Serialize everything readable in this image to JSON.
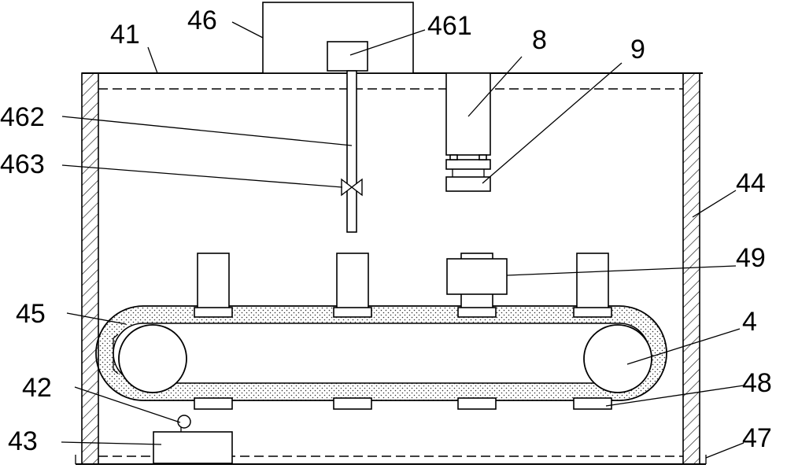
{
  "labels": {
    "l41": "41",
    "l46": "46",
    "l461": "461",
    "l8": "8",
    "l9": "9",
    "l462": "462",
    "l463": "463",
    "l44": "44",
    "l49": "49",
    "l45": "45",
    "l4": "4",
    "l48": "48",
    "l42": "42",
    "l43": "43",
    "l47": "47"
  }
}
